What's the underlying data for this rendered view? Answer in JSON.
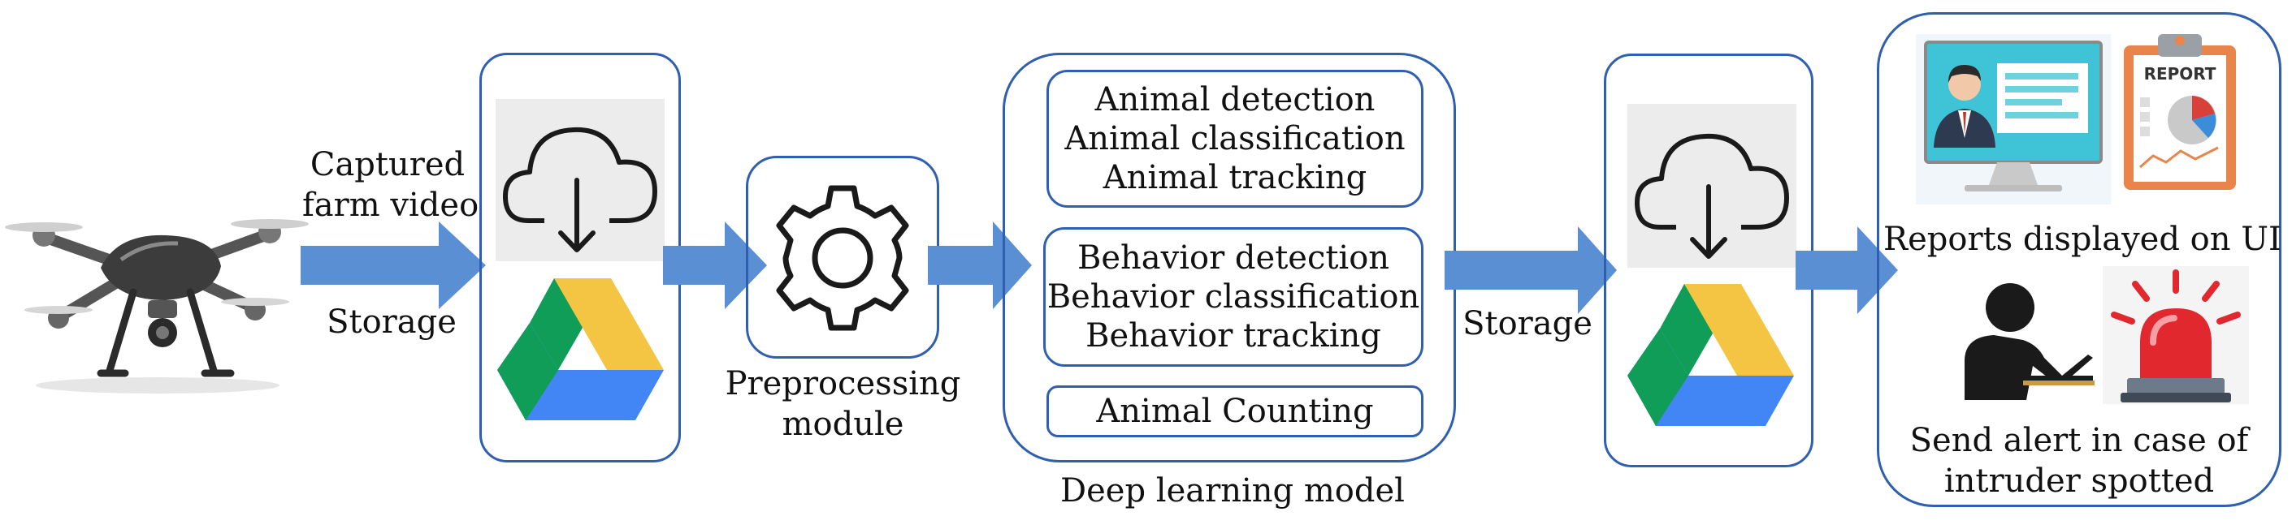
{
  "input": {
    "arrow_top_label_lines": [
      "Captured",
      "farm video"
    ],
    "arrow_bottom_label": "Storage"
  },
  "preprocessing": {
    "label_lines": [
      "Preprocessing",
      "module"
    ]
  },
  "deep_learning": {
    "caption": "Deep learning model",
    "groups": [
      {
        "lines": [
          "Animal detection",
          "Animal classification",
          "Animal tracking"
        ]
      },
      {
        "lines": [
          "Behavior detection",
          "Behavior classification",
          "Behavior tracking"
        ]
      },
      {
        "lines": [
          "Animal Counting"
        ]
      }
    ]
  },
  "storage2": {
    "arrow_label": "Storage"
  },
  "output": {
    "report_caption": "Reports displayed on UI",
    "report_board_text": "REPORT",
    "alert_caption_lines": [
      "Send alert in case of",
      "intruder spotted"
    ]
  },
  "colors": {
    "accent_blue": "#2f5fb0",
    "arrow_blue": "#5b8fd3"
  }
}
